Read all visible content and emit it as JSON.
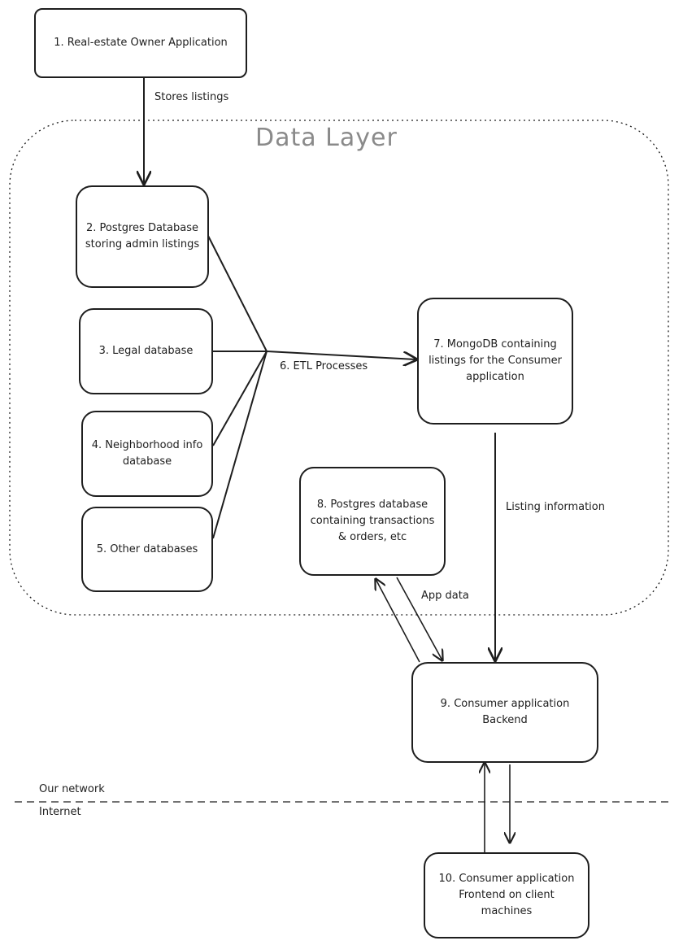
{
  "region": {
    "title": "Data Layer"
  },
  "nodes": {
    "n1": "1. Real-estate Owner Application",
    "n2": "2. Postgres Database storing admin listings",
    "n3": "3. Legal database",
    "n4": "4. Neighborhood info database",
    "n5": "5. Other databases",
    "n7": "7. MongoDB containing listings for the Consumer application",
    "n8": "8. Postgres database containing transactions & orders, etc",
    "n9": "9. Consumer application Backend",
    "n10": "10. Consumer application Frontend on client machines"
  },
  "edge_labels": {
    "stores": "Stores listings",
    "etl": "6. ETL Processes",
    "listing_info": "Listing information",
    "app_data": "App data"
  },
  "network": {
    "ours": "Our network",
    "internet": "Internet"
  },
  "colors": {
    "stroke": "#1e1e1e",
    "region_title": "#8a8a8a",
    "region_border": "#1e1e1e"
  }
}
